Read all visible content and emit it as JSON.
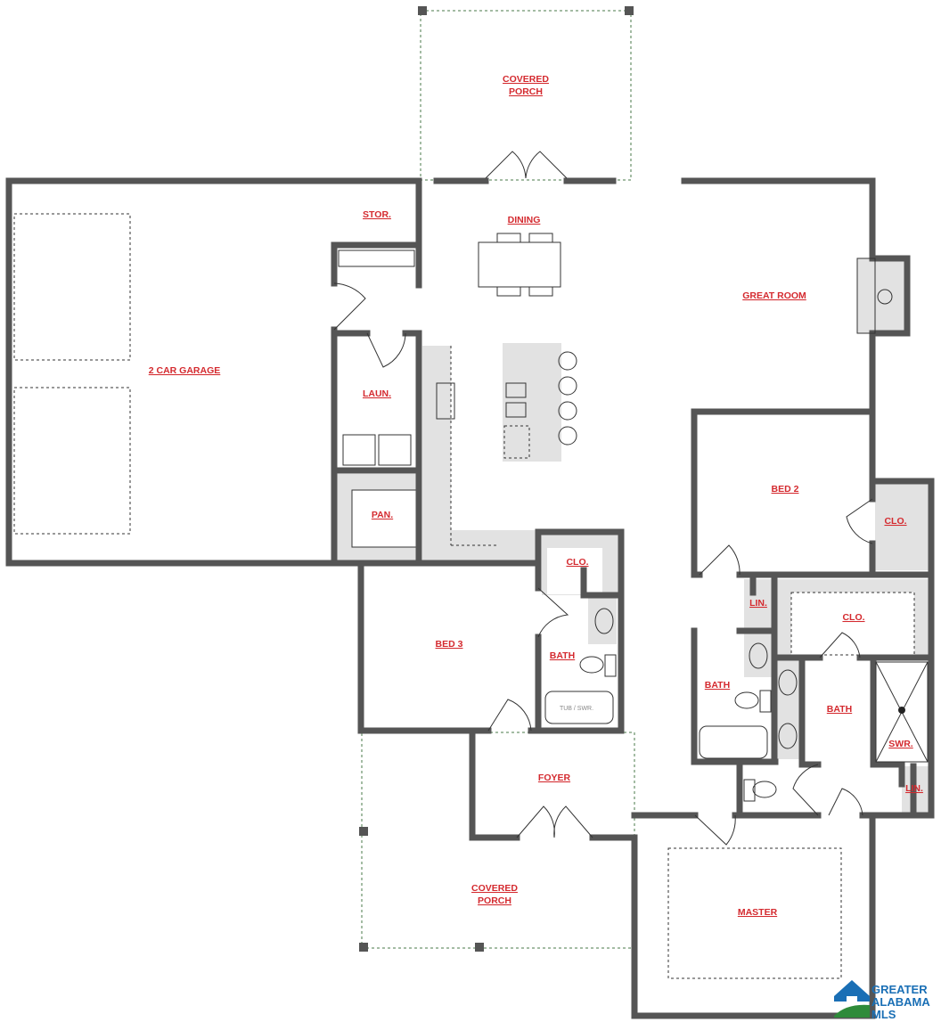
{
  "rooms": {
    "rear_porch": [
      "COVERED",
      "PORCH"
    ],
    "storage": "STOR.",
    "dining": "DINING",
    "great_room": "GREAT ROOM",
    "garage": "2 CAR GARAGE",
    "laundry": "LAUN.",
    "pantry": "PAN.",
    "bed2": "BED 2",
    "bed2_closet": "CLO.",
    "bed3_closet": "CLO.",
    "hall_linen": "LIN.",
    "master_closet": "CLO.",
    "bed3": "BED 3",
    "bath1": "BATH",
    "bath2": "BATH",
    "master_bath": "BATH",
    "shower": "SWR.",
    "tub_shower": "TUB / SWR.",
    "foyer": "FOYER",
    "master_linen": "LIN.",
    "front_porch": [
      "COVERED",
      "PORCH"
    ],
    "master": "MASTER"
  },
  "logo": {
    "lines": [
      "GREATER",
      "ALABAMA",
      "MLS"
    ],
    "color": "#1a6fb5",
    "accent": "#2e8b3a"
  },
  "colors": {
    "label": "#d42a2f",
    "wall": "#555555",
    "fixture_fill": "#e2e2e2"
  }
}
